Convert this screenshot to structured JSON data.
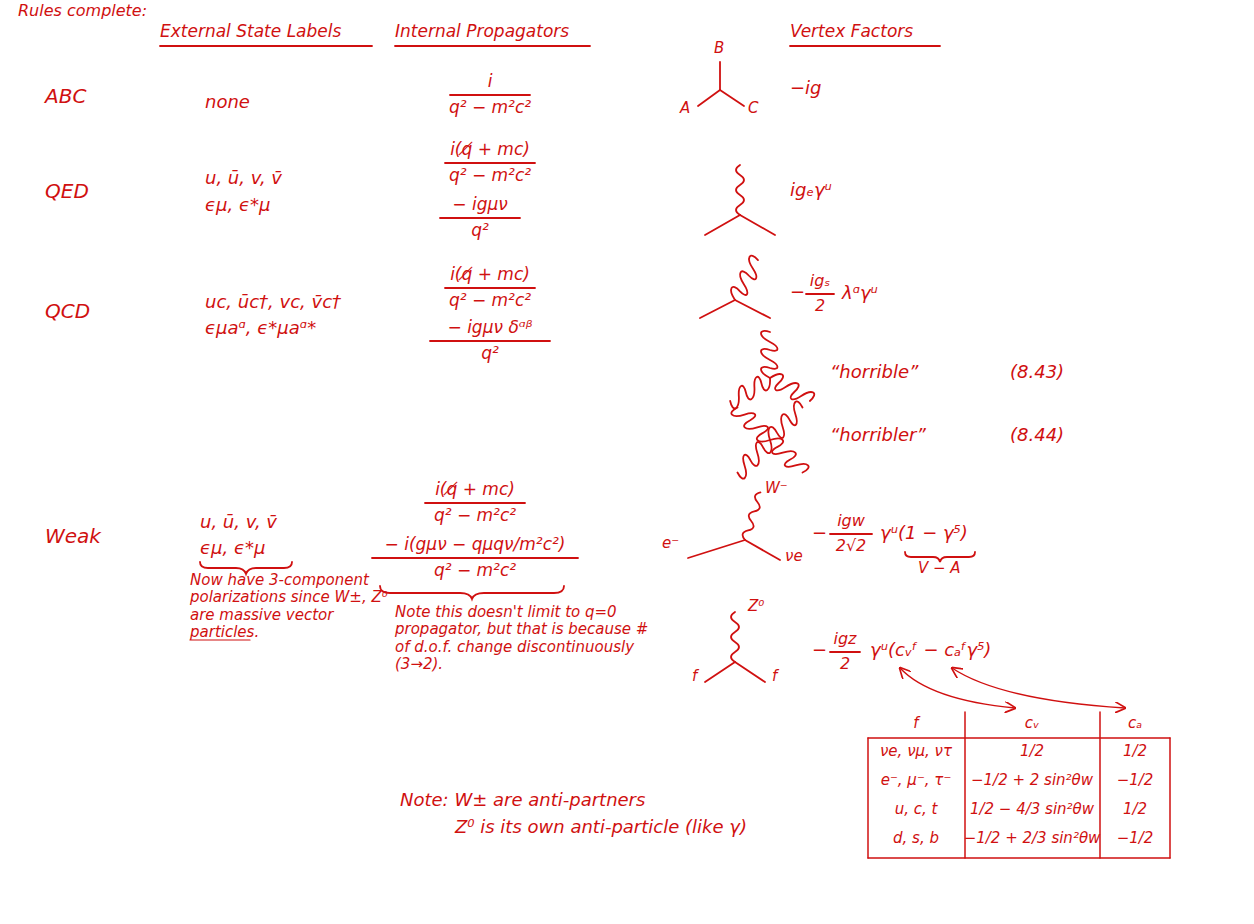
{
  "diagram": {
    "title": "Rules complete:",
    "labels": [
      "External State Labels",
      "Internal Propagators",
      "Vertex Factors",
      "ABC",
      "none",
      "i",
      "q² − m²c²",
      "A",
      "B",
      "C",
      "−ig",
      "QED",
      "u, ū, v, v̄",
      "ϵμ, ϵ*μ",
      "i(q̸ + mc)",
      "q² − m²c²",
      "− igμν",
      "q²",
      "igₑγᵘ",
      "QCD",
      "uc, ūc†, vc, v̄c†",
      "ϵμaᵅ, ϵ*μaᵅ*",
      "i(q̸ + mc)",
      "q² − m²c²",
      "− igμν δᵅᵝ",
      "q²",
      "−",
      "igₛ",
      "2",
      "λᵅγᵘ",
      "“horrible”",
      "(8.43)",
      "“horribler”",
      "(8.44)",
      "Weak",
      "u, ū, v, v̄",
      "ϵμ, ϵ*μ",
      "Now have 3-component polarizations since W±, Z⁰ are massive vector particles.",
      "i(q̸ + mc)",
      "q² − m²c²",
      "− i(gμν − qμqν/m²c²)",
      "q² − m²c²",
      "Note this doesn't limit to q=0 propagator, but that is because # of d.o.f. change discontinuously (3→2).",
      "W⁻",
      "e⁻",
      "νe",
      "−",
      "igw",
      "2√2",
      "γᵘ(1 − γ⁵)",
      "V − A",
      "Z⁰",
      "f",
      "f",
      "−",
      "igz",
      "2",
      "γᵘ(cᵥᶠ − cₐᶠγ⁵)",
      "f",
      "cᵥ",
      "cₐ",
      "νe, νμ, ντ",
      "1/2",
      "1/2",
      "e⁻, μ⁻, τ⁻",
      "−1/2 + 2 sin²θw",
      "−1/2",
      "u, c, t",
      "1/2 − 4/3 sin²θw",
      "1/2",
      "d, s, b",
      "−1/2 + 2/3 sin²θw",
      "−1/2",
      "Note: W± are anti-partners",
      "Z⁰ is its own anti-particle (like γ)"
    ]
  }
}
